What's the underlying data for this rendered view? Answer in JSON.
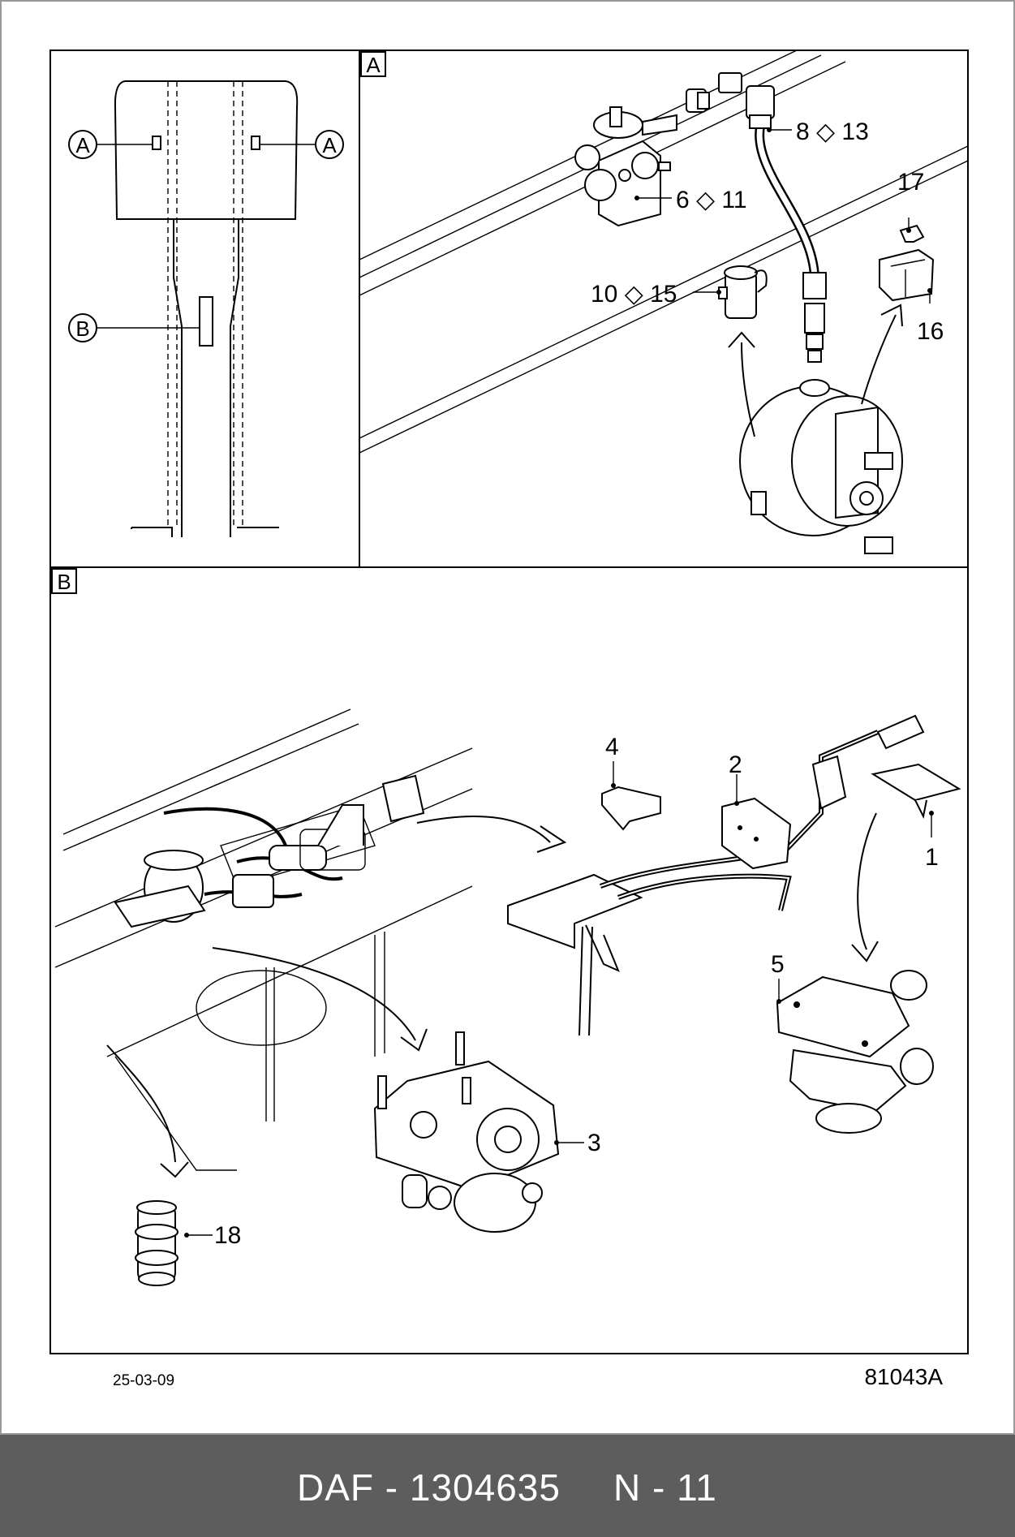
{
  "drawing": {
    "date": "25-03-09",
    "number": "81043A"
  },
  "view_labels": {
    "a": "A",
    "b": "B"
  },
  "callouts": {
    "overview_a_left": "A",
    "overview_a_right": "A",
    "overview_b": "B",
    "c1": "1",
    "c2": "2",
    "c3": "3",
    "c4": "4",
    "c5": "5",
    "c6_11": "6 ◇ 11",
    "c8_13": "8 ◇ 13",
    "c10_15": "10 ◇ 15",
    "c16": "16",
    "c17": "17",
    "c18": "18"
  },
  "footer": {
    "title": "DAF - 1304635",
    "page": "N - 11"
  }
}
